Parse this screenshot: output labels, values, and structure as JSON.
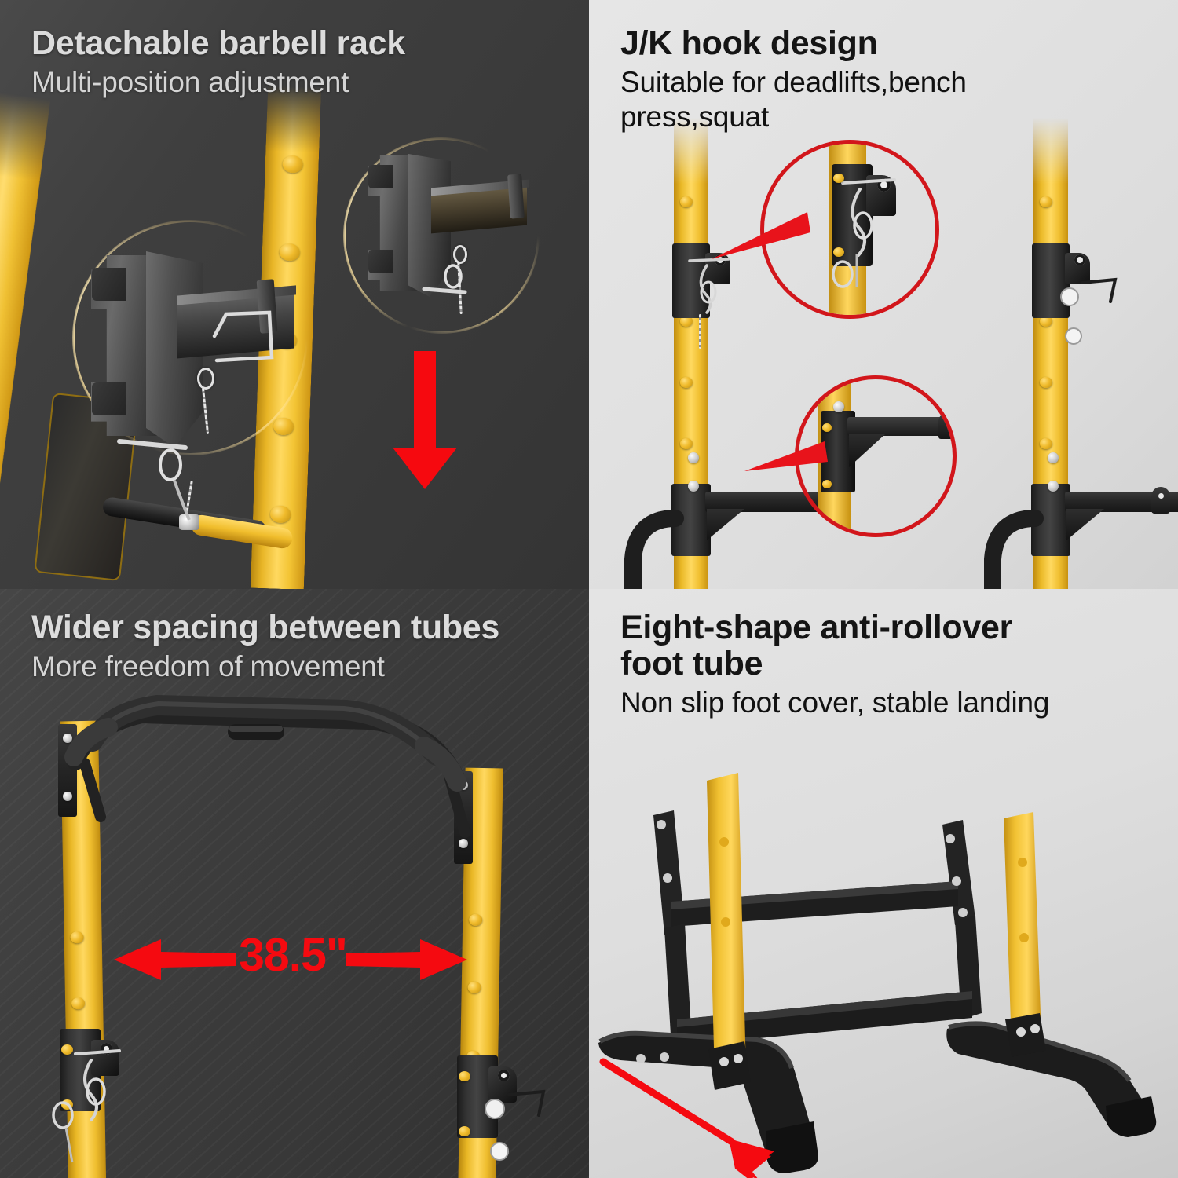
{
  "image": {
    "type": "product-feature-infographic",
    "product": "Adjustable squat rack / power tower",
    "grid": "2x2",
    "accent_red": "#e8131b",
    "accent_yellow": "#f5c233",
    "dark_panel_bg": "#3c3c3c",
    "light_panel_bg": "#dedede"
  },
  "panels": [
    {
      "id": "detachable-barbell-rack",
      "position": "top-left",
      "theme": "dark",
      "title": "Detachable barbell rack",
      "subtitle": "Multi-position adjustment",
      "annotations": {
        "arrow": "red-down-arrow",
        "highlight": "glow-ring"
      }
    },
    {
      "id": "jk-hook-design",
      "position": "top-right",
      "theme": "light",
      "title": "J/K hook design",
      "subtitle": "Suitable for deadlifts,bench press,squat",
      "subtitle_lines": [
        "Suitable for deadlifts,bench",
        "press,squat"
      ],
      "annotations": {
        "callout_1": "red-circle-jhook-detail",
        "callout_2": "red-circle-spotter-arm-detail"
      }
    },
    {
      "id": "wider-spacing-between-tubes",
      "position": "bottom-left",
      "theme": "dark",
      "title": "Wider spacing between tubes",
      "subtitle": "More freedom of movement",
      "measurement": "38.5\"",
      "annotations": {
        "arrow": "red-double-headed-dimension-arrow"
      }
    },
    {
      "id": "eight-shape-anti-rollover-foot-tube",
      "position": "bottom-right",
      "theme": "light",
      "title": "Eight-shape anti-rollover foot tube",
      "title_lines": [
        "Eight-shape anti-rollover",
        "foot tube"
      ],
      "subtitle": "Non slip foot cover, stable landing",
      "annotations": {
        "arrow": "red-bent-arrow-pointing-to-foot"
      }
    }
  ]
}
